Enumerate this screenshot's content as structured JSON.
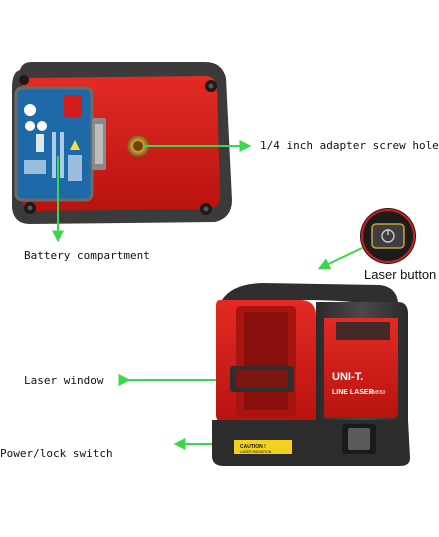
{
  "callouts": {
    "adapter_screw_hole": "1/4 inch adapter screw hole",
    "battery_compartment": "Battery compartment",
    "laser_button": "Laser button",
    "laser_window": "Laser window",
    "power_lock_switch": "Power/lock switch"
  },
  "device": {
    "brand": "UNI-T.",
    "product_line": "LINE LASER",
    "model": "LM550",
    "caution": "CAUTION !",
    "caution_sub": "LASER RADIATION"
  },
  "colors": {
    "body_red": "#d51c1c",
    "body_dark": "#3a3a3a",
    "label_blue": "#1e6aa8",
    "laser_green": "#39d84a"
  }
}
